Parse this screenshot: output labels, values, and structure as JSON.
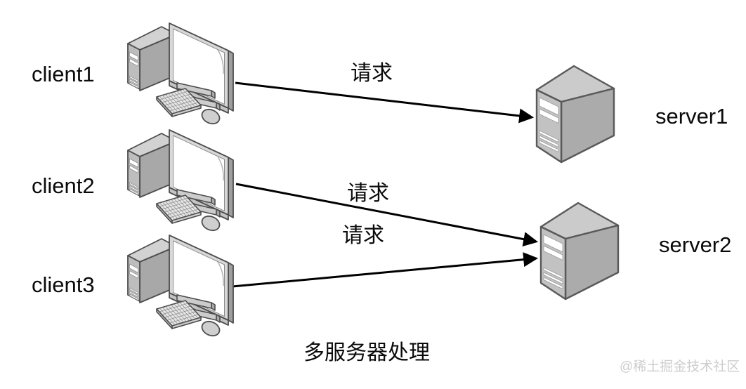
{
  "diagram": {
    "title": "多服务器处理",
    "watermark": "@稀土掘金技术社区",
    "clients": [
      {
        "label": "client1"
      },
      {
        "label": "client2"
      },
      {
        "label": "client3"
      }
    ],
    "servers": [
      {
        "label": "server1"
      },
      {
        "label": "server2"
      }
    ],
    "connections": [
      {
        "from": "client1",
        "to": "server1",
        "label": "请求"
      },
      {
        "from": "client2",
        "to": "server2",
        "label": "请求"
      },
      {
        "from": "client3",
        "to": "server2",
        "label": "请求"
      }
    ],
    "colors": {
      "arrow": "#000000",
      "text": "#0a0a0a",
      "watermark_text": "#cdcdcd",
      "icon_light": "#cfcfcf",
      "icon_mid": "#b5b5b5",
      "icon_dark": "#a8a8a8",
      "icon_outline": "#4d4d4d",
      "screen": "#ffffff"
    }
  }
}
